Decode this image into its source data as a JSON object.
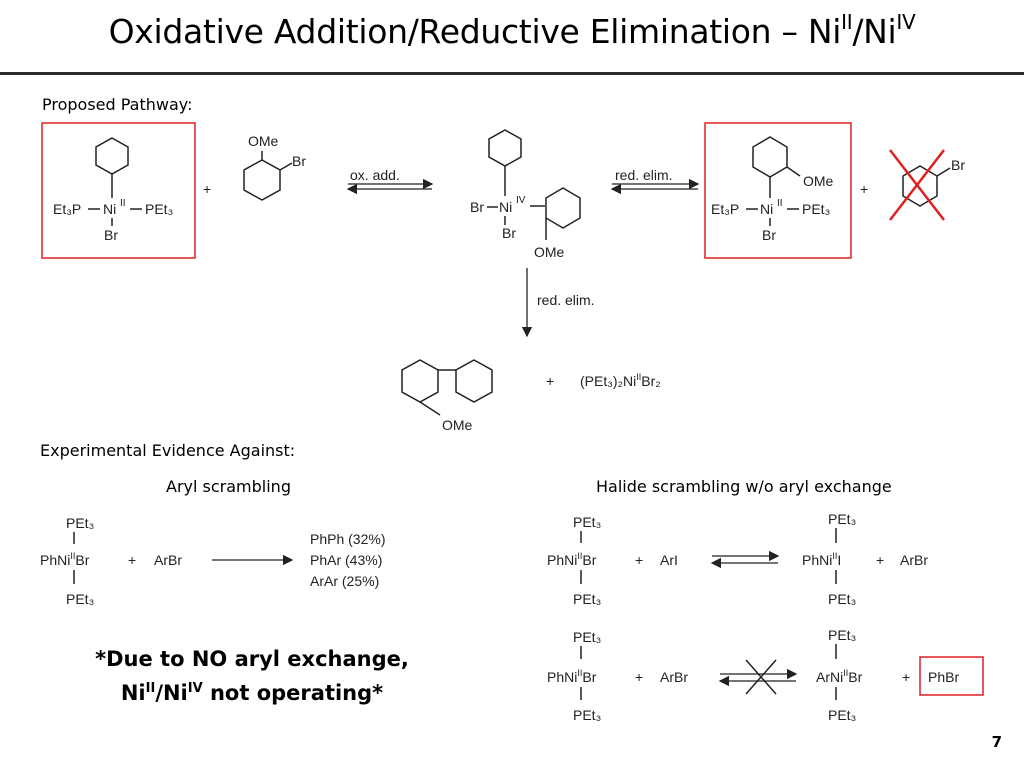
{
  "title": {
    "main": "Oxidative Addition/Reductive Elimination – Ni",
    "sup1": "II",
    "slash": "/Ni",
    "sup2": "IV"
  },
  "proposed_pathway_label": "Proposed Pathway:",
  "evidence_label": "Experimental Evidence Against:",
  "aryl_scrambling_label": "Aryl scrambling",
  "halide_scrambling_label": "Halide scrambling w/o aryl exchange",
  "scheme": {
    "ome": "OMe",
    "br": "Br",
    "plus": "+",
    "ox_add": "ox. add.",
    "red_elim": "red. elim.",
    "pet3_left": "Et₃P",
    "pet3_right": "PEt₃",
    "ni": "Ni",
    "ni_ii": "II",
    "ni_iv": "IV",
    "byproduct_ni": "(PEt₃)₂Ni",
    "byproduct_br2": "Br₂",
    "pet3": "PEt₃",
    "phni": "PhNi",
    "arni": "ArNi",
    "arbr": "ArBr",
    "ari": "ArI",
    "phbr": "PhBr",
    "i": "I",
    "phph": "PhPh (32%)",
    "phar": "PhAr (43%)",
    "arar": "ArAr (25%)"
  },
  "conclusion": {
    "line1": "*Due to NO aryl exchange,",
    "line2_a": "Ni",
    "line2_sup1": "II",
    "line2_b": "/Ni",
    "line2_sup2": "IV",
    "line2_c": " not operating*"
  },
  "page_number": "7",
  "colors": {
    "highlight": "#e02020",
    "ink": "#222222"
  }
}
